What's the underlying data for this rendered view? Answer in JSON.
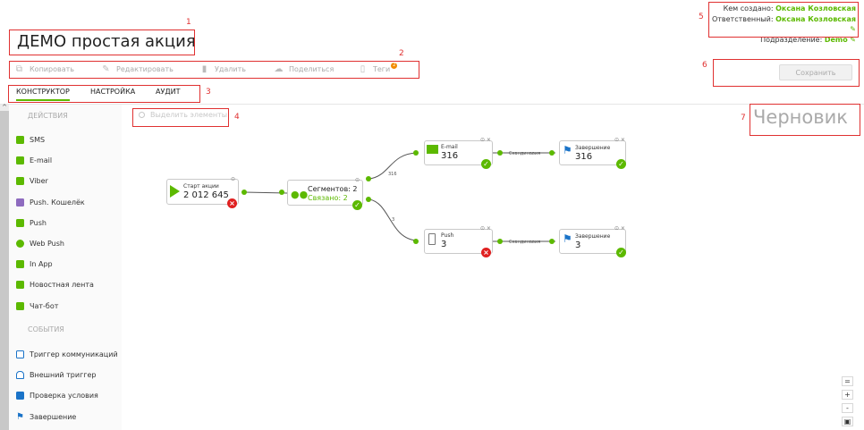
{
  "page": {
    "title": "ДЕМО простая акция"
  },
  "owner": {
    "created_label": "Кем создано:",
    "created_value": "Оксана Козловская",
    "responsible_label": "Ответственный:",
    "responsible_value": "Оксана Козловская",
    "division_label": "Подразделение:",
    "division_value": "Demo"
  },
  "toolbar": {
    "copy": "Копировать",
    "edit": "Редактировать",
    "delete": "Удалить",
    "share": "Поделиться",
    "tags": "Теги",
    "tags_count": "2"
  },
  "save_button": "Сохранить",
  "tabs": [
    "КОНСТРУКТОР",
    "НАСТРОЙКА",
    "АУДИТ"
  ],
  "highlight": "Выделить элементы",
  "status": "Черновик",
  "sidebar": {
    "actions_header": "ДЕЙСТВИЯ",
    "actions": [
      {
        "label": "SMS",
        "icon": "sms-icon",
        "color": "#5cb900"
      },
      {
        "label": "E-mail",
        "icon": "email-icon",
        "color": "#5cb900"
      },
      {
        "label": "Viber",
        "icon": "viber-icon",
        "color": "#5cb900"
      },
      {
        "label": "Push. Кошелёк",
        "icon": "wallet-icon",
        "color": "#8e6bbf"
      },
      {
        "label": "Push",
        "icon": "push-icon",
        "color": "#5cb900"
      },
      {
        "label": "Web Push",
        "icon": "web-push-icon",
        "color": "#5cb900"
      },
      {
        "label": "In App",
        "icon": "in-app-icon",
        "color": "#5cb900"
      },
      {
        "label": "Новостная лента",
        "icon": "news-feed-icon",
        "color": "#5cb900"
      },
      {
        "label": "Чат-бот",
        "icon": "chatbot-icon",
        "color": "#5cb900"
      }
    ],
    "events_header": "СОБЫТИЯ",
    "events": [
      {
        "label": "Триггер коммуникаций",
        "icon": "trigger-icon",
        "color": "#1a73c8"
      },
      {
        "label": "Внешний триггер",
        "icon": "external-trigger-icon",
        "color": "#1a73c8"
      },
      {
        "label": "Проверка условия",
        "icon": "condition-icon",
        "color": "#1a73c8"
      },
      {
        "label": "Завершение",
        "icon": "finish-flag-icon",
        "color": "#1a73c8"
      }
    ]
  },
  "annotations": [
    "1",
    "2",
    "3",
    "4",
    "5",
    "6",
    "7"
  ],
  "flow": {
    "start": {
      "title": "Старт акции",
      "value": "2 012 645"
    },
    "segments": {
      "title": "Сегментов: 2",
      "linked": "Связано: 2"
    },
    "email": {
      "title": "E-mail",
      "value": "316"
    },
    "push": {
      "title": "Push",
      "value": "3"
    },
    "finish_top": {
      "title": "Завершение",
      "value": "316"
    },
    "finish_bottom": {
      "title": "Завершение",
      "value": "3"
    },
    "edge_top_pct": "316",
    "edge_bottom_pct": "3",
    "edge_label_top": "Скандинавия",
    "edge_label_bottom": "Скандинавия"
  },
  "zoom": {
    "fit": "=",
    "in": "+",
    "out": "-",
    "map": "▣"
  },
  "colors": {
    "accent": "#5cb900",
    "error": "#e02020",
    "annotation": "#e03131",
    "flag": "#1a73c8"
  }
}
